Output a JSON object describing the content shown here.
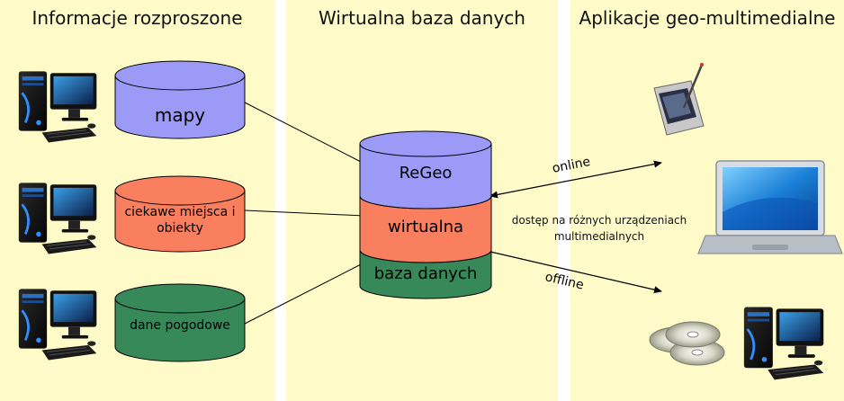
{
  "columns": {
    "left": {
      "heading": "Informacje rozproszone"
    },
    "mid": {
      "heading": "Wirtualna baza danych"
    },
    "right": {
      "heading": "Aplikacje geo-multimedialne"
    }
  },
  "sources": [
    {
      "label": "mapy",
      "color": "#9b9bf7"
    },
    {
      "label_line1": "ciekawe miejsca i",
      "label_line2": "obiekty",
      "color": "#f97f5f"
    },
    {
      "label": "dane pogodowe",
      "color": "#38895a"
    }
  ],
  "database": {
    "top_label": "ReGeo",
    "middle_label": "wirtualna",
    "bottom_label": "baza danych",
    "colors": {
      "top": "#9b9bf7",
      "middle": "#f97f5f",
      "bottom": "#38895a"
    }
  },
  "connections": {
    "online_label": "online",
    "offline_label": "offline",
    "access_note_line1": "dostęp na różnych urządzeniach",
    "access_note_line2": "multimedialnych"
  },
  "devices": {
    "left": [
      "desktop-computer-icon",
      "desktop-computer-icon",
      "desktop-computer-icon"
    ],
    "right": [
      "pda-stylus-icon",
      "laptop-icon",
      "cd-discs-icon",
      "desktop-computer-icon"
    ]
  }
}
